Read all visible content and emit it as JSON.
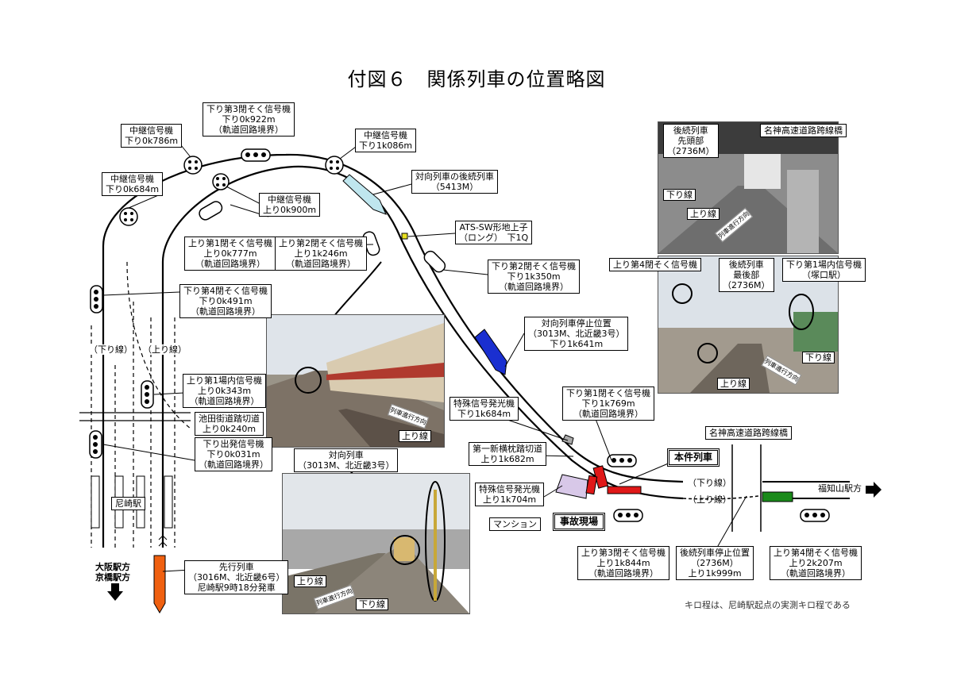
{
  "title": "付図６　関係列車の位置略図",
  "labels": {
    "chukei_786": "中継信号機\n下り0k786m",
    "kudari3": "下り第3閉そく信号機\n下り0k922m\n（軌道回路境界）",
    "chukei_684": "中継信号機\n下り0k684m",
    "chukei_1086": "中継信号機\n下り1k086m",
    "chukei_900": "中継信号機\n上り0k900m",
    "taiko_kozoku": "対向列車の後続列車\n（5413M）",
    "ats": "ATS-SW形地上子\n（ロング）　下1Q",
    "nobori1": "上り第1閉そく信号機\n上り0k777m\n（軌道回路境界）",
    "nobori2": "上り第2閉そく信号機\n上り1k246m\n（軌道回路境界）",
    "kudari2": "下り第2閉そく信号機\n下り1k350m\n（軌道回路境界）",
    "kudari4": "下り第4閉そく信号機\n下り0k491m\n（軌道回路境界）",
    "taiko_stop": "対向列車停止位置\n（3013M、北近畿3号）\n下り1k641m",
    "nobori_jonai1": "上り第1場内信号機\n上り0k343m\n（軌道回路境界）",
    "ikeda": "池田街道踏切道\n上り0k240m",
    "kudari_shuppatsu": "下り出発信号機\n下り0k031m\n（軌道回路境界）",
    "tokushu1": "特殊信号発光機\n下り1k684m",
    "kudari1": "下り第1閉そく信号機\n下り1k769m\n（軌道回路境界）",
    "taiko": "対向列車\n（3013M、北近畿3号）",
    "daiichi": "第一新横枕踏切道\n上り1k682m",
    "tokushu2": "特殊信号発光機\n上り1k704m",
    "mansion": "マンション",
    "senko": "先行列車\n（3016M、北近畿6号）\n尼崎駅9時18分発車",
    "nobori3": "上り第3閉そく信号機\n上り1k844m\n（軌道回路境界）",
    "kozoku_stop": "後続列車停止位置\n（2736M）\n上り1k999m",
    "nobori4": "上り第4閉そく信号機\n上り2k207m\n（軌道回路境界）",
    "meishin_top": "名神高速道路跨線橋",
    "meishin_photo": "名神高速道路跨線橋",
    "kozoku_sento": "後続列車\n先頭部\n（2736M）",
    "kozoku_saikobu": "後続列車\n最後部\n（2736M）",
    "nobori4_photo": "上り第4閉そく信号機",
    "kudari_jonai1": "下り第1場内信号機\n（塚口駅）",
    "amagasaki": "尼崎駅",
    "honken": "本件列車",
    "jiko": "事故現場",
    "kudari_sen_l": "（下り線）",
    "nobori_sen_l": "（上り線）",
    "kudari_sen_r": "（下り線）",
    "nobori_sen_r": "（上り線）",
    "fukuchiyama": "福知山駅方",
    "osaka": "大阪駅方\n京橋駅方",
    "kudari_p1": "下り線",
    "nobori_p1": "上り線",
    "kudari_p2": "下り線",
    "nobori_p2": "上り線",
    "nobori_p3": "上り線",
    "nobori_p4": "上り線",
    "kudari_p5": "下り線",
    "dir_p1": "列車進行方向",
    "dir_p2": "列車進行方向",
    "dir_p3": "列車進行方向",
    "dir_p4": "列車進行方向"
  },
  "note": "キロ程は、尼崎駅起点の実測キロ程である",
  "colors": {
    "oncoming_train": "#1a2fd0",
    "following_oncoming": "#bfe6ee",
    "accident_train": "#e01818",
    "preceding_train": "#f06010",
    "following_train": "#1a8a1a",
    "mansion": "#d8c8e8"
  }
}
